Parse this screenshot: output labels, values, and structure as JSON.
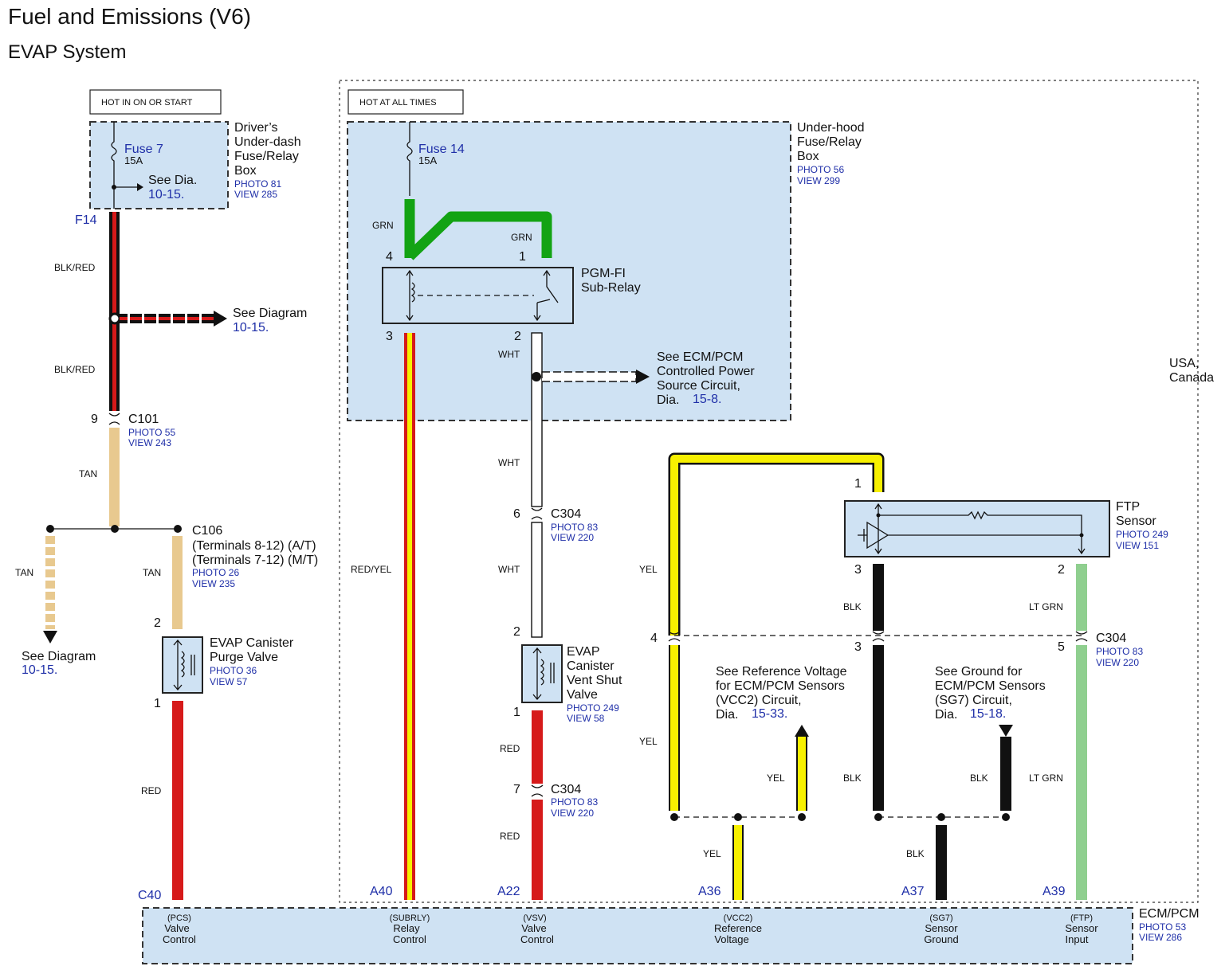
{
  "title": "Fuel and Emissions (V6)",
  "subtitle": "EVAP System",
  "region_label": "USA,\nCanada",
  "colors": {
    "box_fill": "#cfe2f3",
    "grn": "#13a313",
    "yel": "#f7f000",
    "red": "#d61a1a",
    "tan": "#e8c98f",
    "blk": "#111111",
    "lt_grn": "#8fcf8f",
    "link": "#1f2fa8"
  },
  "power": {
    "hot_in_on": "HOT IN ON OR START",
    "hot_at_all": "HOT AT ALL TIMES"
  },
  "dash_box": {
    "name": "Driver’s\nUnder-dash\nFuse/Relay\nBox",
    "photo": "PHOTO 81",
    "view": "VIEW 285",
    "fuse": "Fuse 7",
    "amp": "15A",
    "see": "See Dia.",
    "see_ref": "10-15.",
    "terminal": "F14"
  },
  "hood_box": {
    "name": "Under-hood\nFuse/Relay\nBox",
    "photo": "PHOTO 56",
    "view": "VIEW 299",
    "fuse": "Fuse 14",
    "amp": "15A"
  },
  "relay": {
    "name": "PGM-FI\nSub-Relay",
    "pin4": "4",
    "pin1": "1",
    "pin3": "3",
    "pin2": "2"
  },
  "ecm_power_ref": {
    "text": "See ECM/PCM\nControlled Power\nSource Circuit,\nDia.",
    "ref": "15-8."
  },
  "diagram_ref_1": {
    "text": "See Diagram",
    "ref": "10-15."
  },
  "diagram_ref_2": {
    "text": "See Diagram",
    "ref": "10-15."
  },
  "c101": {
    "pin": "9",
    "name": "C101",
    "photo": "PHOTO 55",
    "view": "VIEW 243"
  },
  "c106": {
    "name": "C106",
    "line2": "(Terminals 8-12) (A/T)",
    "line3": "(Terminals 7-12) (M/T)",
    "photo": "PHOTO 26",
    "view": "VIEW 235"
  },
  "purge_valve": {
    "name": "EVAP Canister\nPurge Valve",
    "photo": "PHOTO 36",
    "view": "VIEW 57",
    "pin_top": "2",
    "pin_bot": "1"
  },
  "vent_valve": {
    "name": "EVAP\nCanister\nVent Shut\nValve",
    "photo": "PHOTO 249",
    "view": "VIEW 58",
    "pin_top": "2",
    "pin_bot": "1"
  },
  "c304_a": {
    "pin": "6",
    "name": "C304",
    "photo": "PHOTO 83",
    "view": "VIEW 220"
  },
  "c304_b": {
    "pin": "7",
    "name": "C304",
    "photo": "PHOTO 83",
    "view": "VIEW 220"
  },
  "c304_c": {
    "pin_left": "4",
    "pin_mid": "3",
    "pin_right": "5",
    "name": "C304",
    "photo": "PHOTO 83",
    "view": "VIEW 220"
  },
  "ftp_sensor": {
    "name": "FTP\nSensor",
    "photo": "PHOTO 249",
    "view": "VIEW 151",
    "pin1": "1",
    "pin3": "3",
    "pin2": "2"
  },
  "vcc2_ref": {
    "text": "See Reference Voltage\nfor ECM/PCM Sensors\n(VCC2) Circuit,\nDia.",
    "ref": "15-33."
  },
  "sg7_ref": {
    "text": "See Ground for\nECM/PCM Sensors\n(SG7) Circuit,\nDia.",
    "ref": "15-18."
  },
  "wires": {
    "blk_red_1": "BLK/RED",
    "blk_red_2": "BLK/RED",
    "tan_1": "TAN",
    "tan_2": "TAN",
    "tan_3": "TAN",
    "red_purge": "RED",
    "grn_1": "GRN",
    "grn_2": "GRN",
    "red_yel": "RED/YEL",
    "wht_1": "WHT",
    "wht_2": "WHT",
    "wht_3": "WHT",
    "red_vent_1": "RED",
    "red_vent_2": "RED",
    "yel_1": "YEL",
    "yel_2": "YEL",
    "yel_3": "YEL",
    "yel_4": "YEL",
    "blk_1": "BLK",
    "blk_2": "BLK",
    "blk_3": "BLK",
    "blk_4": "BLK",
    "ltgrn_1": "LT GRN",
    "ltgrn_2": "LT GRN"
  },
  "ecm": {
    "name": "ECM/PCM",
    "photo": "PHOTO 53",
    "view": "VIEW 286",
    "terminals": [
      {
        "id": "C40",
        "code": "(PCS)",
        "l1": "Valve",
        "l2": "Control"
      },
      {
        "id": "A40",
        "code": "(SUBRLY)",
        "l1": "Relay",
        "l2": "Control"
      },
      {
        "id": "A22",
        "code": "(VSV)",
        "l1": "Valve",
        "l2": "Control"
      },
      {
        "id": "A36",
        "code": "(VCC2)",
        "l1": "Reference",
        "l2": "Voltage"
      },
      {
        "id": "A37",
        "code": "(SG7)",
        "l1": "Sensor",
        "l2": "Ground"
      },
      {
        "id": "A39",
        "code": "(FTP)",
        "l1": "Sensor",
        "l2": "Input"
      }
    ]
  }
}
